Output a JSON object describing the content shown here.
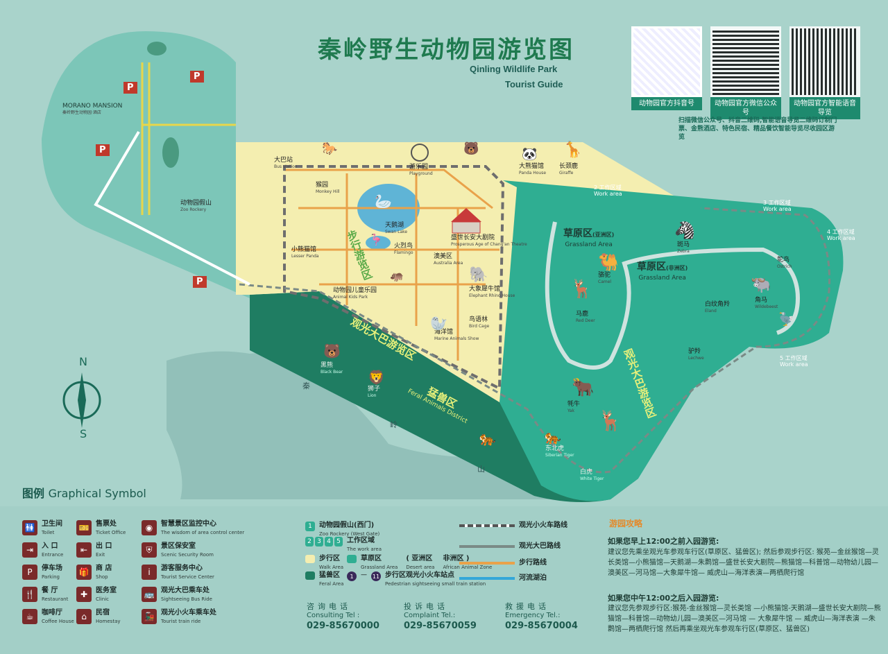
{
  "header": {
    "title_cn": "秦岭野生动物园游览图",
    "title_en_1": "Qinling Wildlife Park",
    "title_en_2": "Tourist Guide"
  },
  "qr": [
    {
      "label": "动物园官方抖音号"
    },
    {
      "label": "动物园官方微信公众号"
    },
    {
      "label": "动物园官方智能语音导览"
    }
  ],
  "scan_text": "扫描微信公众号、抖音二维码,智能语音导览二维码订制门票、金熊酒店、特色民宿、精品餐饮智能导览尽收园区游览",
  "compass": {
    "n": "N",
    "s": "S"
  },
  "places": {
    "hotel": {
      "cn": "MORANO MANSION",
      "en": "秦岭野生动物园·酒店"
    },
    "zoo_rockery": {
      "cn": "动物园假山",
      "en": "Zoo Rockery"
    },
    "bus_station": {
      "cn": "大巴站",
      "en": "Bus station"
    },
    "lake": {
      "cn": "天鹅湖",
      "en": "Swan Lake"
    },
    "flamingo": {
      "cn": "火烈鸟",
      "en": "Flamingo"
    },
    "circus": {
      "cn": "盛世长安大剧院",
      "en": "Prosperous Age of Chang'an Theatre"
    },
    "australia": {
      "cn": "澳美区",
      "en": "Australia Area"
    },
    "ferris": {
      "cn": "游乐园",
      "en": "Playground"
    },
    "panda": {
      "cn": "大熊猫馆",
      "en": "Panda House"
    },
    "giraffe": {
      "cn": "长颈鹿",
      "en": "Giraffe"
    },
    "elephant": {
      "cn": "大象犀牛馆",
      "en": "Elephant Rhino House"
    },
    "sea_lion": {
      "cn": "海洋馆",
      "en": "Marine Animals Show"
    },
    "birds": {
      "cn": "鸟语林",
      "en": "Bird Cage"
    },
    "monkey": {
      "cn": "猴园",
      "en": "Monkey Hill"
    },
    "lesser_panda": {
      "cn": "小熊猫馆",
      "en": "Lesser Panda"
    },
    "kids": {
      "cn": "动物园儿童乐园",
      "en": "Animal Kids Park"
    },
    "bear": {
      "cn": "黑熊",
      "en": "Black Bear"
    },
    "tiger": {
      "cn": "东北虎",
      "en": "Siberian Tiger"
    },
    "lion": {
      "cn": "狮子",
      "en": "Lion"
    },
    "white_tiger": {
      "cn": "白虎",
      "en": "White Tiger"
    },
    "camel": {
      "cn": "骆驼",
      "en": "Camel"
    },
    "zebra": {
      "cn": "斑马",
      "en": "Zebra"
    },
    "wildebeest": {
      "cn": "角马",
      "en": "Wildebeest"
    },
    "yak": {
      "cn": "牦牛",
      "en": "Yak"
    },
    "deer": {
      "cn": "马鹿",
      "en": "Red Deer"
    },
    "ostrich": {
      "cn": "鸵鸟",
      "en": "Ostrich"
    },
    "lechwe": {
      "cn": "驴羚",
      "en": "Lechwe"
    },
    "eland": {
      "cn": "白纹角羚",
      "en": "Eland"
    }
  },
  "zones": {
    "grassland1_cn": "草原区",
    "grassland1_sub": "(亚洲区)",
    "grassland1_en": "Grassland Area",
    "grassland2_cn": "草原区",
    "grassland2_sub": "(非洲区)",
    "grassland2_en": "Grassland Area",
    "feral_cn": "猛兽区",
    "feral_en": "Feral Animals District",
    "walk_route": "步行游览区",
    "bus_route_1": "观光大巴游览区",
    "bus_route_2": "观光大巴游览区",
    "qin": "秦",
    "ling": "岭",
    "shan": "山"
  },
  "work_areas": [
    {
      "num": "2",
      "cn": "工作区域",
      "en": "Work area"
    },
    {
      "num": "3",
      "cn": "工作区域",
      "en": "Work area"
    },
    {
      "num": "4",
      "cn": "工作区域",
      "en": "Work area"
    },
    {
      "num": "5",
      "cn": "工作区域",
      "en": "Work area"
    }
  ],
  "parking": [
    "P",
    "P",
    "P",
    "P"
  ],
  "legend": {
    "title_cn": "图例",
    "title_en": "Graphical Symbol",
    "items": [
      {
        "cn": "卫生间",
        "en": "Toilet",
        "icon": "toilet-icon",
        "glyph": "🚻"
      },
      {
        "cn": "入 口",
        "en": "Entrance",
        "icon": "entrance-icon",
        "glyph": "⇥"
      },
      {
        "cn": "停车场",
        "en": "Parking",
        "icon": "parking-icon",
        "glyph": "P"
      },
      {
        "cn": "餐 厅",
        "en": "Restaurant",
        "icon": "restaurant-icon",
        "glyph": "🍴"
      },
      {
        "cn": "咖啡厅",
        "en": "Coffee House",
        "icon": "coffee-icon",
        "glyph": "☕"
      },
      {
        "cn": "售票处",
        "en": "Ticket Office",
        "icon": "ticket-icon",
        "glyph": "🎫"
      },
      {
        "cn": "出 口",
        "en": "Exit",
        "icon": "exit-icon",
        "glyph": "⇤"
      },
      {
        "cn": "商 店",
        "en": "Shop",
        "icon": "shop-icon",
        "glyph": "🎁"
      },
      {
        "cn": "医务室",
        "en": "Clinic",
        "icon": "clinic-icon",
        "glyph": "✚"
      },
      {
        "cn": "民宿",
        "en": "Homestay",
        "icon": "homestay-icon",
        "glyph": "⌂"
      },
      {
        "cn": "智慧景区监控中心",
        "en": "The wisdom of area control center",
        "icon": "camera-icon",
        "glyph": "◉"
      },
      {
        "cn": "景区保安室",
        "en": "Scenic Security Room",
        "icon": "security-icon",
        "glyph": "⛨"
      },
      {
        "cn": "游客服务中心",
        "en": "Tourist Service Center",
        "icon": "info-icon",
        "glyph": "i"
      },
      {
        "cn": "观光大巴乘车处",
        "en": "Sightseeing Bus Ride",
        "icon": "bus-icon",
        "glyph": "🚌"
      },
      {
        "cn": "观光小火车乘车处",
        "en": "Tourist train ride",
        "icon": "train-icon",
        "glyph": "🚂"
      }
    ],
    "mid": [
      {
        "cn": "动物园假山(西门)",
        "en": "Zoo Rockery (West Gate)"
      },
      {
        "cn": "工作区域",
        "en": "The work area",
        "nums": [
          "2",
          "3",
          "4",
          "5"
        ]
      },
      {
        "cn": "步行区",
        "en": "Walk Area"
      },
      {
        "cn": "草原区",
        "en": "Grassland Area",
        "sub1": "( 亚洲区",
        "sub1_en": "Desert area",
        "sub2": "非洲区 )",
        "sub2_en": "African Animal Zone"
      },
      {
        "cn": "猛兽区",
        "en": "Feral Area"
      },
      {
        "cn": "步行区观光小火车站点",
        "en": "Pedestrian sightseeing small train station",
        "from": "1",
        "to": "11"
      }
    ],
    "routes": [
      {
        "cn": "观光小火车路线"
      },
      {
        "cn": "观光大巴路线"
      },
      {
        "cn": "步行路线"
      },
      {
        "cn": "河流湖泊"
      }
    ]
  },
  "contacts": [
    {
      "cn": "咨询电话",
      "en": "Consulting Tel :",
      "num": "029-85670000"
    },
    {
      "cn": "投诉电话",
      "en": "Complaint Tel.:",
      "num": "029-85670059"
    },
    {
      "cn": "救援电话",
      "en": "Emergency Tel.:",
      "num": "029-85670004"
    }
  ],
  "tips": {
    "title": "游园攻略",
    "h1": "如果您早上12:00之前入园游览:",
    "b1": "建议您先乘坐观光车参观车行区(草原区、猛兽区); 然后参观步行区: 猴苑—金丝猴馆—灵长类馆—小熊猫馆—天鹅湖—朱鹮馆—盛世长安大剧院—熊猫馆—科普馆—动物幼儿园—澳美区—河马馆—大象犀牛馆— 威虎山—海洋表演—两栖爬行馆",
    "h2": "如果您中午12:00之后入园游览:",
    "b2": "建议您先参观步行区:猴苑-金丝猴馆—灵长类馆 —小熊猫馆-天鹅湖—盛世长安大剧院—熊猫馆—科普馆—动物幼儿园—澳美区—河马馆 — 大象犀牛馆 — 威虎山—海洋表演 —朱鹮馆—两栖爬行馆 然后再乘坐观光车参观车行区(草原区、猛兽区)"
  },
  "colors": {
    "bg": "#a9d3cb",
    "walk": "#f4eeb0",
    "grassland": "#2fae92",
    "feral": "#1f7d62",
    "entrance_zone": "#7cc6b8",
    "accent": "#1f7a4f",
    "tips_accent": "#e48a2a"
  }
}
